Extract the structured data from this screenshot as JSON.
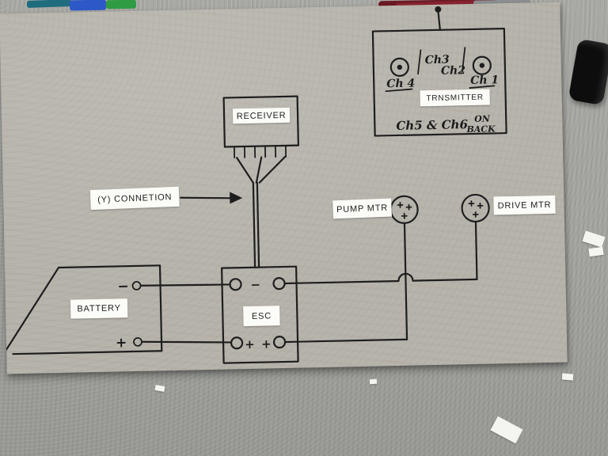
{
  "photo": {
    "stickers": {
      "receiver": "RECEIVER",
      "y_connection": "(Y) CONNETION",
      "transmitter": "TRNSMITTER",
      "pump_motor": "PUMP MTR",
      "drive_motor": "DRIVE MTR",
      "battery": "BATTERY",
      "esc": "ESC"
    },
    "handwriting": {
      "ch4": "Ch 4",
      "ch3": "Ch3",
      "ch2": "Ch2",
      "ch1": "Ch 1",
      "note_channels": "Ch5 & Ch6",
      "note_on": "ON",
      "note_back": "BACK"
    },
    "symbols": {
      "battery_minus": "−",
      "battery_plus": "+",
      "esc_minus": "−",
      "esc_plus_left": "+",
      "esc_plus_right": "+"
    },
    "colors": {
      "carpet": "#a3a4a0",
      "cardboard": "#b7b4ac",
      "ink": "#1e1e1e",
      "sticker": "#fbfbf7",
      "blue_object": "#2d59c8",
      "green_object": "#2f9c44",
      "teal_object": "#1f6c7e",
      "wire_bundle": "#6b1a24",
      "black_knob": "#0d0d0d"
    }
  }
}
